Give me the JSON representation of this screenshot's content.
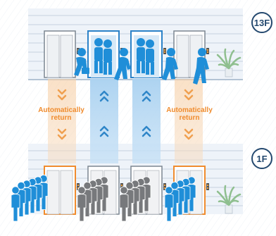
{
  "floors": {
    "top": {
      "label": "13F"
    },
    "bottom": {
      "label": "1F"
    }
  },
  "elevators": [
    {
      "state": "returning",
      "highlight": "orange"
    },
    {
      "state": "in-use",
      "highlight": "blue"
    },
    {
      "state": "in-use",
      "highlight": "blue"
    },
    {
      "state": "returning",
      "highlight": "orange"
    }
  ],
  "labels": {
    "left_auto_line1": "Automatically",
    "left_auto_line2": "return",
    "right_auto_line1": "Automatically",
    "right_auto_line2": "return"
  },
  "colors": {
    "wall_blue": "#edf2f8",
    "line_blue": "#b8c7d8",
    "person_blue": "#1f8ed8",
    "person_gray": "#77797c",
    "shaft_orange": "#f4c08c",
    "shaft_blue": "#8fc3ea",
    "arrow_orange": "#f0a050",
    "arrow_blue": "#2f86c8",
    "badge_navy": "#24496f",
    "plant_green": "#8fbf8f"
  },
  "icons": [
    "down-chevron-icon",
    "up-chevron-icon",
    "person-icon",
    "briefcase-icon",
    "plant-icon",
    "call-panel-icon"
  ]
}
